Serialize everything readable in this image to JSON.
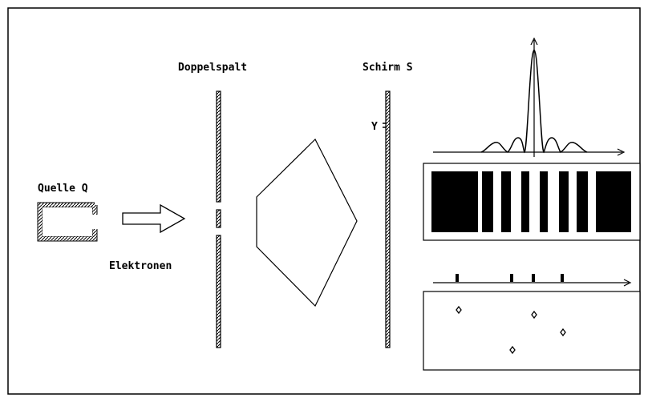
{
  "labels": {
    "source": "Quelle Q",
    "electrons": "Elektronen",
    "double_slit": "Doppelspalt",
    "screen": "Schirm S",
    "y_marker": "Y"
  },
  "colors": {
    "ink": "#000000",
    "paper": "#ffffff"
  },
  "icons": {
    "source_box": "electron-source-box",
    "beam_arrow": "right-arrow",
    "spreading_wave": "wave-spread-arrow"
  },
  "panels": {
    "intensity_curve": "interference intensity distribution",
    "fringe_pattern": "bright/dark fringe bands",
    "single_hits": "individual electron impacts"
  }
}
